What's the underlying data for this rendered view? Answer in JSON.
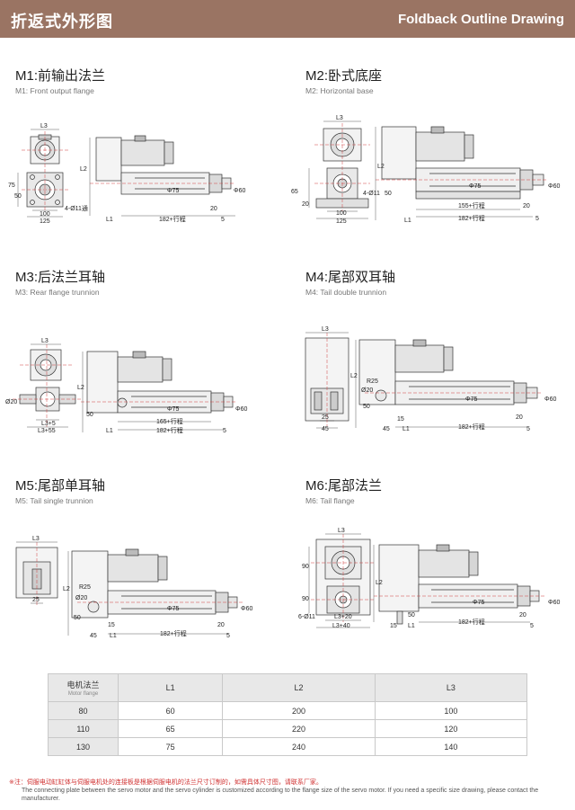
{
  "header": {
    "title_cn": "折返式外形图",
    "title_en": "Foldback Outline Drawing"
  },
  "sections": [
    {
      "title": "M1:前输出法兰",
      "subtitle": "M1: Front output flange"
    },
    {
      "title": "M2:卧式底座",
      "subtitle": "M2: Horizontal base"
    },
    {
      "title": "M3:后法兰耳轴",
      "subtitle": "M3: Rear flange trunnion"
    },
    {
      "title": "M4:尾部双耳轴",
      "subtitle": "M4: Tail double trunnion"
    },
    {
      "title": "M5:尾部单耳轴",
      "subtitle": "M5: Tail single trunnion"
    },
    {
      "title": "M6:尾部法兰",
      "subtitle": "M6: Tail flange"
    }
  ],
  "dims": {
    "m1": {
      "l3": "L3",
      "l2": "L2",
      "d75": "75",
      "d50": "50",
      "d100": "100",
      "d125": "125",
      "hole": "4-Ø11通",
      "l1": "L1",
      "stroke": "182+行程",
      "d20": "20",
      "d5": "5",
      "phi75": "Φ75",
      "phi60": "Φ60"
    },
    "m2": {
      "l3": "L3",
      "l2": "L2",
      "d65": "65",
      "d20": "20",
      "d100": "100",
      "d125": "125",
      "hole": "4-Ø11",
      "d50": "50",
      "stroke1": "155+行程",
      "stroke2": "182+行程",
      "l1": "L1",
      "d20b": "20",
      "d5": "5",
      "phi75": "Φ75",
      "phi60": "Φ60"
    },
    "m3": {
      "l3": "L3",
      "l2": "L2",
      "phi20": "Ø20",
      "l3p5": "L3+5",
      "l3p55": "L3+55",
      "d50": "50",
      "stroke1": "165+行程",
      "stroke2": "182+行程",
      "l1": "L1",
      "d5": "5",
      "phi75": "Φ75",
      "phi60": "Φ60"
    },
    "m4": {
      "l3": "L3",
      "l2": "L2",
      "r25": "R25",
      "phi20": "Ø20",
      "d25": "25",
      "d45": "45",
      "d50": "50",
      "d15": "15",
      "d45b": "45",
      "l1": "L1",
      "stroke": "182+行程",
      "d20": "20",
      "d5": "5",
      "phi75": "Φ75",
      "phi60": "Φ60"
    },
    "m5": {
      "l3": "L3",
      "l2": "L2",
      "r25": "R25",
      "phi20": "Ø20",
      "d25": "25",
      "d50": "50",
      "d15": "15",
      "d45": "45",
      "l1": "L1",
      "stroke": "182+行程",
      "d20": "20",
      "d5": "5",
      "phi75": "Φ75",
      "phi60": "Φ60"
    },
    "m6": {
      "l3": "L3",
      "l2": "L2",
      "d90a": "90",
      "d90b": "90",
      "hole": "6-Ø11",
      "l3p20": "L3+20",
      "l3p40": "L3+40",
      "d50": "50",
      "d15": "15",
      "l1": "L1",
      "stroke": "182+行程",
      "d20": "20",
      "d5": "5",
      "phi75": "Φ75",
      "phi60": "Φ60"
    }
  },
  "table": {
    "headers": [
      "电机法兰",
      "L1",
      "L2",
      "L3"
    ],
    "header_en": "Motor flange",
    "rows": [
      [
        "80",
        "60",
        "200",
        "100"
      ],
      [
        "110",
        "65",
        "220",
        "120"
      ],
      [
        "130",
        "75",
        "240",
        "140"
      ]
    ]
  },
  "note": {
    "cn": "※注：伺服电动缸缸体与伺服电机处的连接板是根据伺服电机的法兰尺寸订制的，如需具体尺寸图，请联系厂家。",
    "en": "The connecting plate between the servo motor and the servo cylinder is customized according to the flange size of the servo motor. If you need a specific size drawing, please contact the manufacturer."
  }
}
